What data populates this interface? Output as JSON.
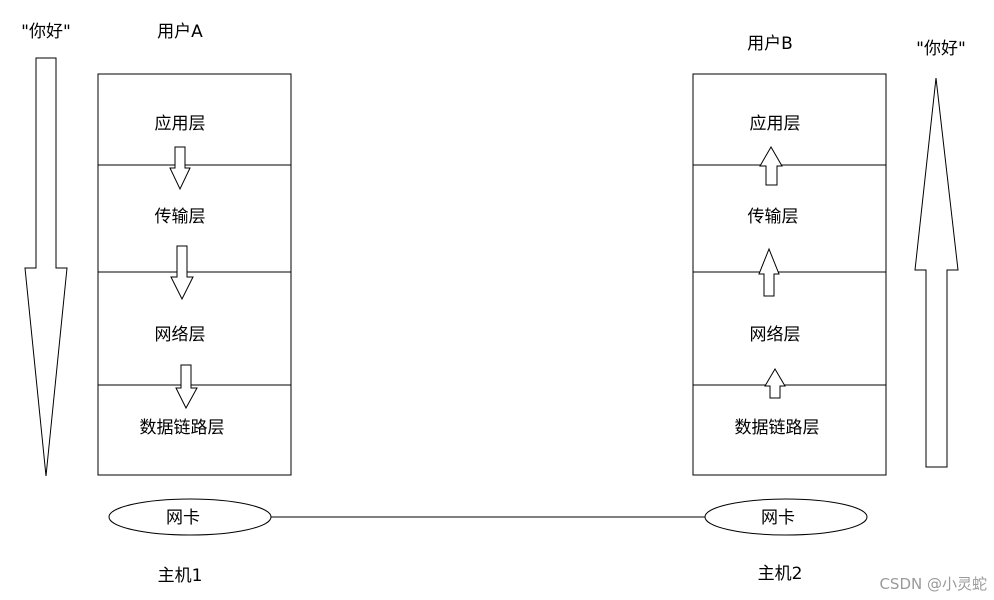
{
  "message_left": "\"你好\"",
  "message_right": "\"你好\"",
  "user_a": "用户A",
  "user_b": "用户B",
  "host_a": {
    "layers": [
      "应用层",
      "传输层",
      "网络层",
      "数据链路层"
    ],
    "nic": "网卡",
    "name": "主机1"
  },
  "host_b": {
    "layers": [
      "应用层",
      "传输层",
      "网络层",
      "数据链路层"
    ],
    "nic": "网卡",
    "name": "主机2"
  },
  "watermark": "CSDN @小灵蛇"
}
